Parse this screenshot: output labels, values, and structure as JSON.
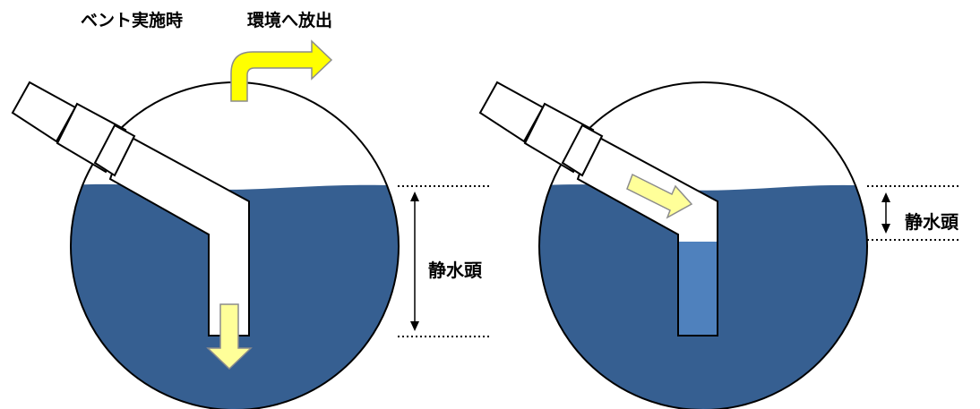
{
  "labels": {
    "vent_time": "ベント実施時",
    "release_to_environment": "環境へ放出",
    "static_head_left": "静水頭",
    "static_head_right": "静水頭"
  },
  "colors": {
    "water": "#365f91",
    "water_in_pipe": "#4f81bd",
    "outline": "#000000",
    "background": "#ffffff",
    "arrow_yellow": "#ffff00",
    "arrow_pale_yellow": "#ffff99",
    "arrow_stroke": "#8c8c8c"
  },
  "icons": {
    "release_arrow": "bent-arrow-right-icon",
    "flow_down_arrow": "down-arrow-icon",
    "flow_along_pipe_arrow": "right-arrow-icon",
    "head_measure_arrow": "double-headed-vertical-arrow-icon"
  }
}
